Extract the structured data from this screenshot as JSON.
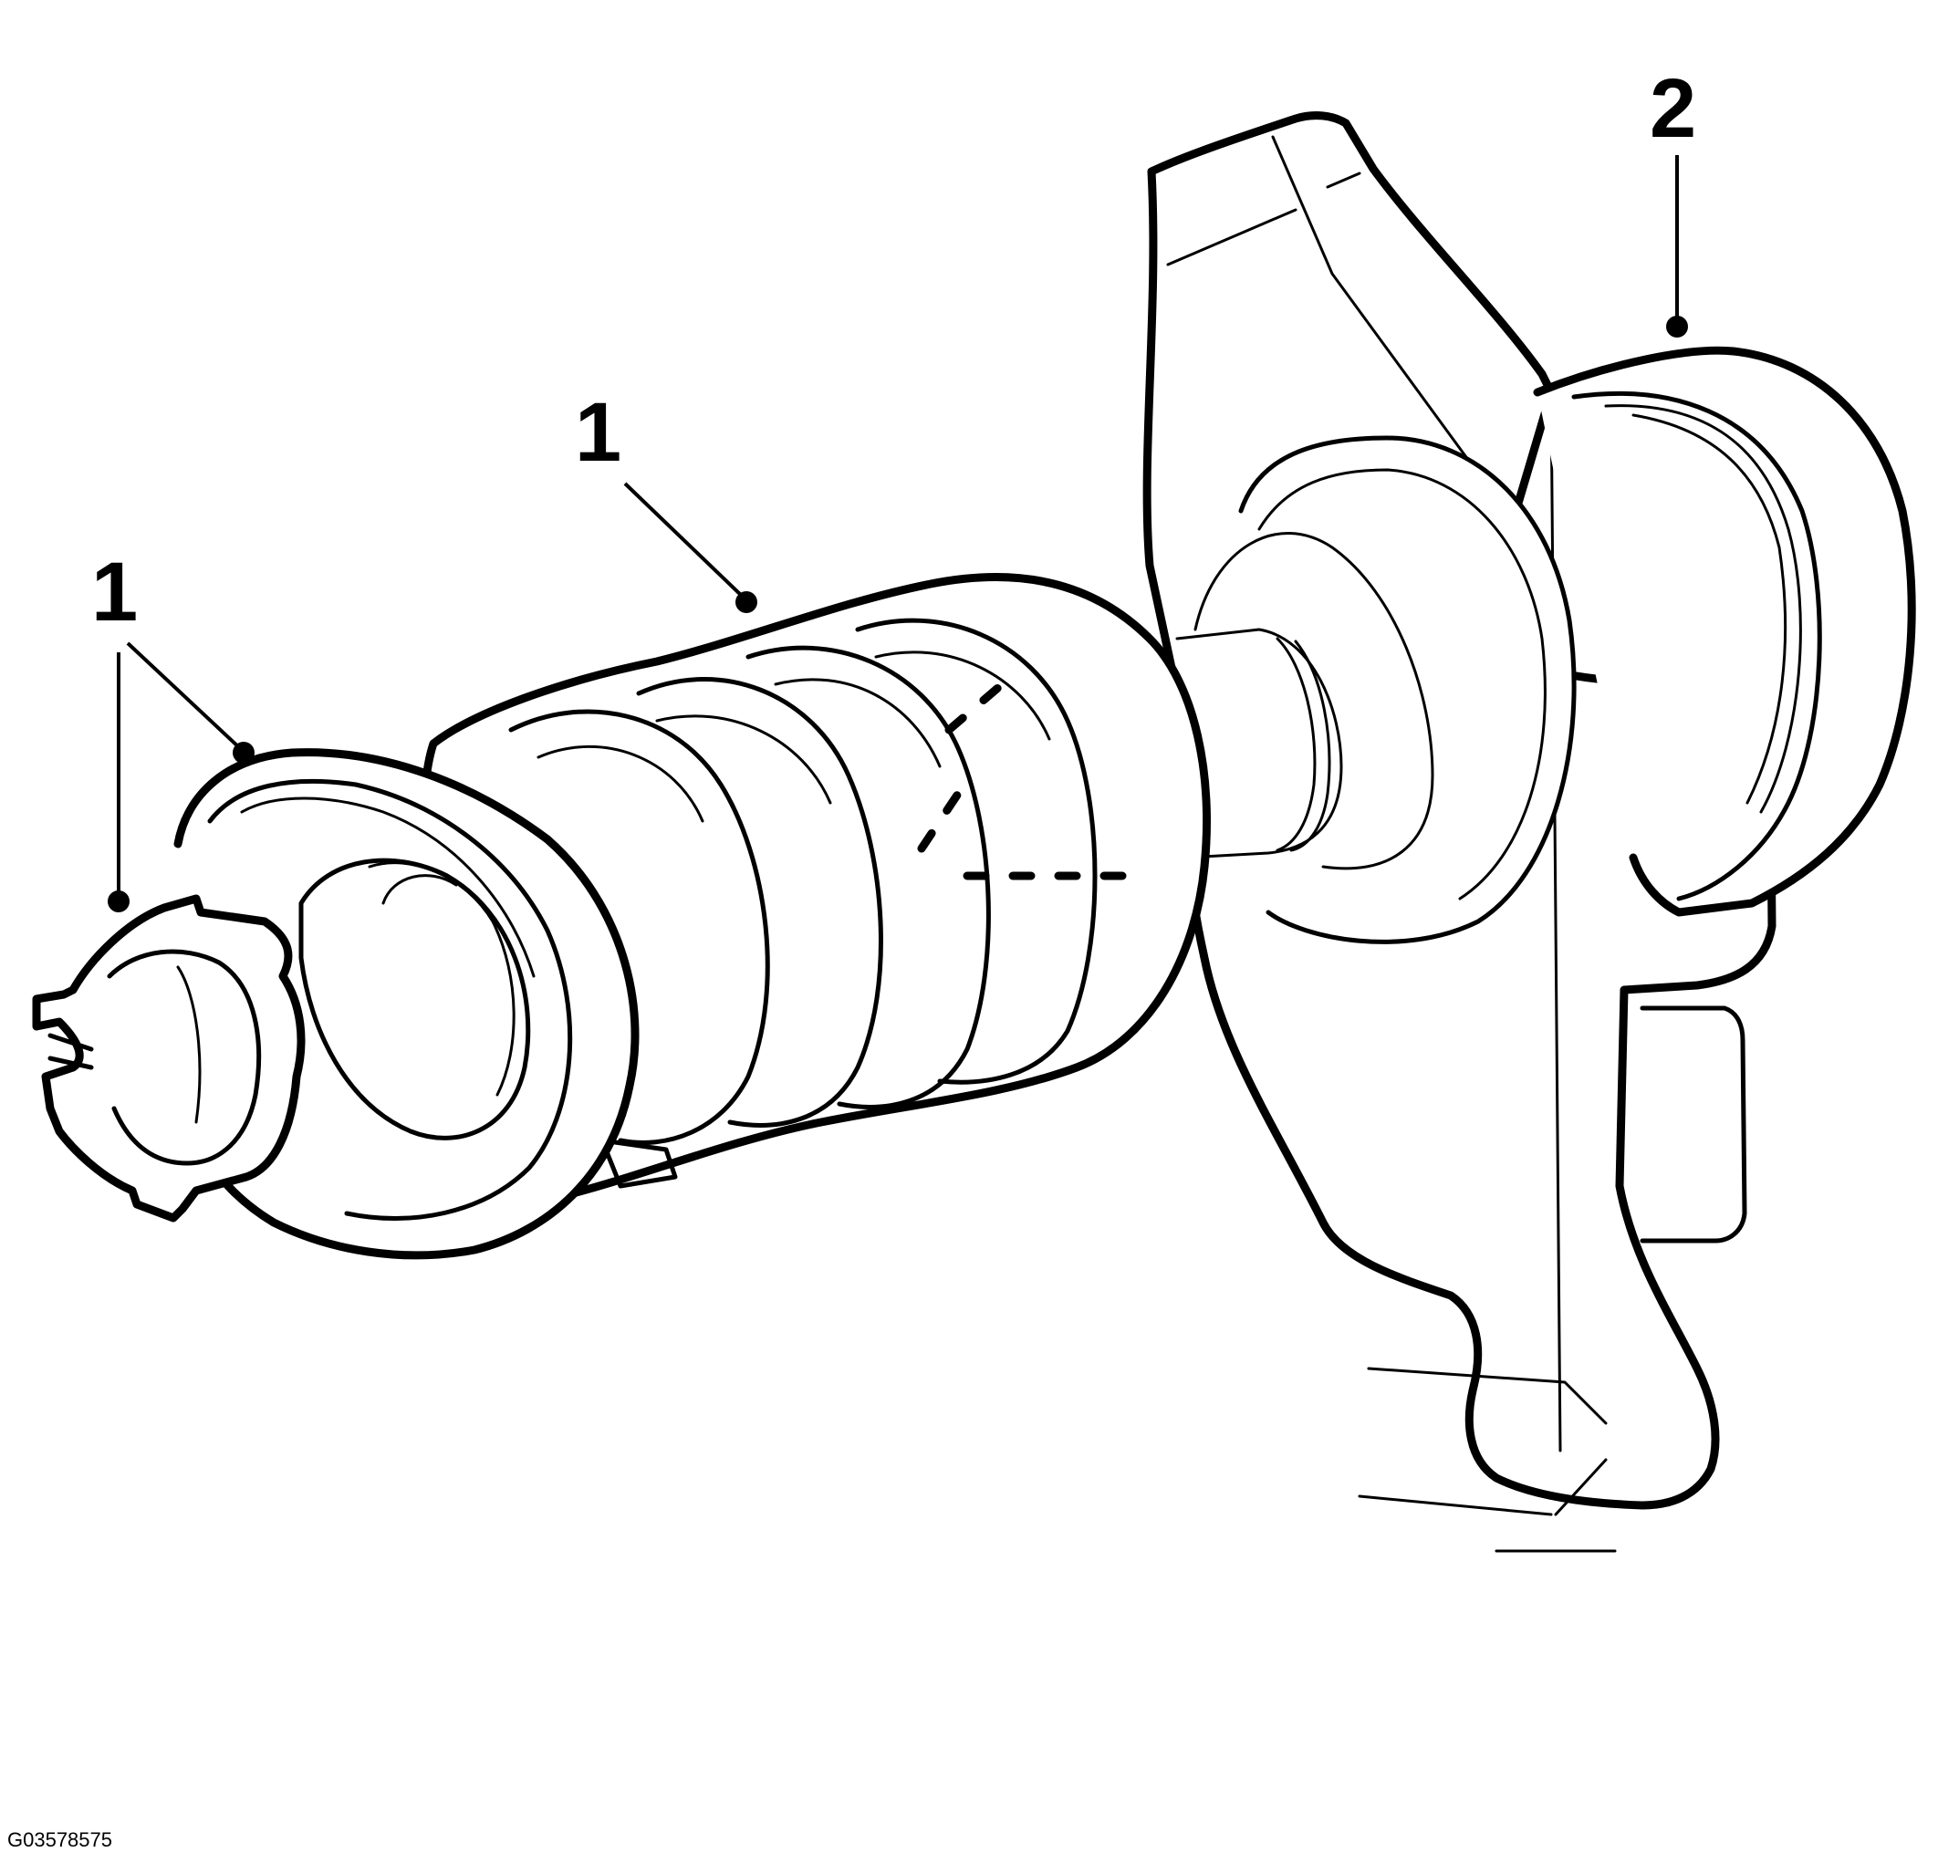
{
  "callouts": [
    {
      "id": "callout-1-clip",
      "label": "1"
    },
    {
      "id": "callout-1-spring",
      "label": "1"
    },
    {
      "id": "callout-2-fork",
      "label": "2"
    }
  ],
  "figure_id": "G03578575",
  "colors": {
    "ink": "#000000",
    "paper": "#ffffff"
  }
}
